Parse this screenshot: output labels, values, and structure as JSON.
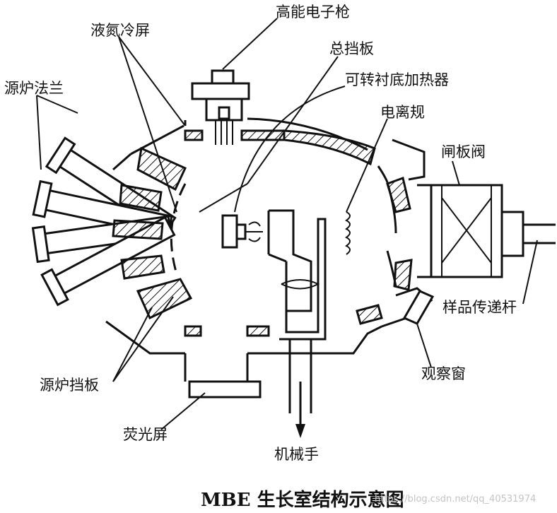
{
  "labels": {
    "electron_gun": "高能电子枪",
    "ln2_shroud": "液氮冷屏",
    "main_shutter": "总挡板",
    "source_flange": "源炉法兰",
    "rotating_heater": "可转衬底加热器",
    "ion_gauge": "电离规",
    "gate_valve": "闸板阀",
    "transfer_rod": "样品传递杆",
    "viewport": "观察窗",
    "source_shutter": "源炉挡板",
    "fluorescent_screen": "荧光屏",
    "manipulator": "机械手"
  },
  "caption": "MBE 生长室结构示意图",
  "watermark": "https://blog.csdn.net/qq_40531974"
}
